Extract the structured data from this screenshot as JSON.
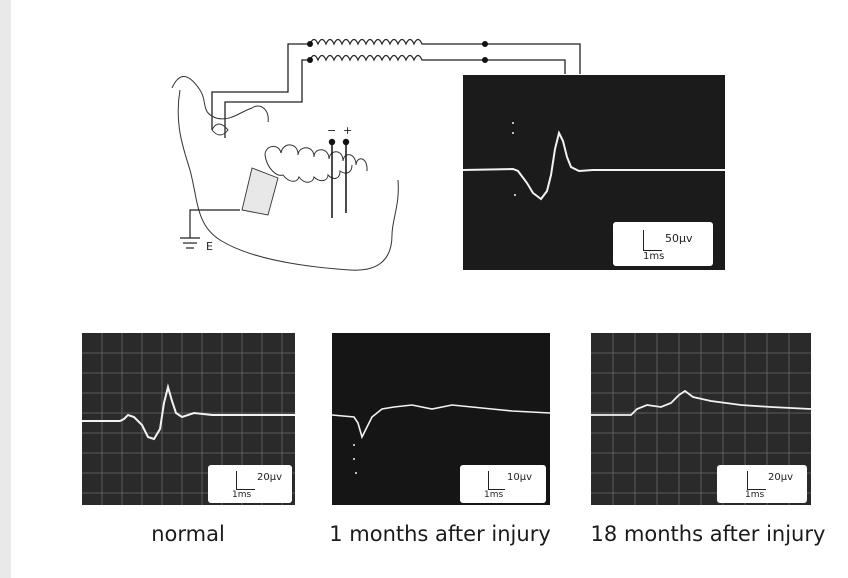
{
  "diagram": {
    "ground_label": "E",
    "polarity_minus": "−",
    "polarity_plus": "+"
  },
  "scopes": {
    "main": {
      "scale_v": "50µv",
      "scale_h": "1ms"
    },
    "normal": {
      "scale_v": "20µv",
      "scale_h": "1ms",
      "caption": "normal"
    },
    "one_month": {
      "scale_v": "10µv",
      "scale_h": "1ms",
      "caption": "1 months after injury"
    },
    "eighteen_months": {
      "scale_v": "20µv",
      "scale_h": "1ms",
      "caption": "18 months after injury"
    }
  },
  "colors": {
    "screen": "#1b1b1b",
    "trace": "#f2f2f2",
    "grid": "#6a6a6a"
  }
}
